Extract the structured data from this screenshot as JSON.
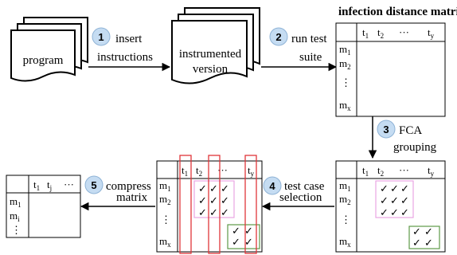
{
  "step_color": "#c5dcf2",
  "program_doc": {
    "label": "program"
  },
  "instrumented_doc": {
    "label_line1": "instrumented",
    "label_line2": "version"
  },
  "steps": [
    {
      "num": "1",
      "label_line1": "insert",
      "label_line2": "instructions"
    },
    {
      "num": "2",
      "label_line1": "run test",
      "label_line2": "suite"
    },
    {
      "num": "3",
      "label_line1": "FCA",
      "label_line2": "grouping"
    },
    {
      "num": "4",
      "label_line1": "test case",
      "label_line2": "selection"
    },
    {
      "num": "5",
      "label_line1": "compress",
      "label_line2": "matrix"
    }
  ],
  "matrix_title": "infection distance matrix",
  "matrices": {
    "m1": {
      "cols": [
        "t",
        "1",
        "t",
        "2",
        "···",
        "t",
        "y"
      ],
      "rows": [
        [
          "m",
          "1"
        ],
        [
          "m",
          "2"
        ],
        [
          "⋮",
          ""
        ],
        [
          "m",
          "x"
        ]
      ]
    },
    "m2": {
      "cols": [
        "t",
        "1",
        "t",
        "2",
        "···",
        "t",
        "y"
      ],
      "rows": [
        [
          "m",
          "1"
        ],
        [
          "m",
          "2"
        ],
        [
          "⋮",
          ""
        ],
        [
          "m",
          "x"
        ]
      ]
    },
    "m3": {
      "cols": [
        "t",
        "1",
        "t",
        "2",
        "···",
        "t",
        "y"
      ],
      "rows": [
        [
          "m",
          "1"
        ],
        [
          "m",
          "2"
        ],
        [
          "⋮",
          ""
        ],
        [
          "m",
          "x"
        ]
      ]
    },
    "m4": {
      "cols": [
        "t",
        "1",
        "t",
        "j",
        "···"
      ],
      "rows": [
        [
          "m",
          "1"
        ],
        [
          "m",
          "i"
        ],
        [
          "⋮",
          ""
        ]
      ]
    }
  },
  "check": "✓",
  "group_colors": {
    "pink": "#e9a5e3",
    "green": "#5e9a48",
    "red": "#e0353a"
  }
}
